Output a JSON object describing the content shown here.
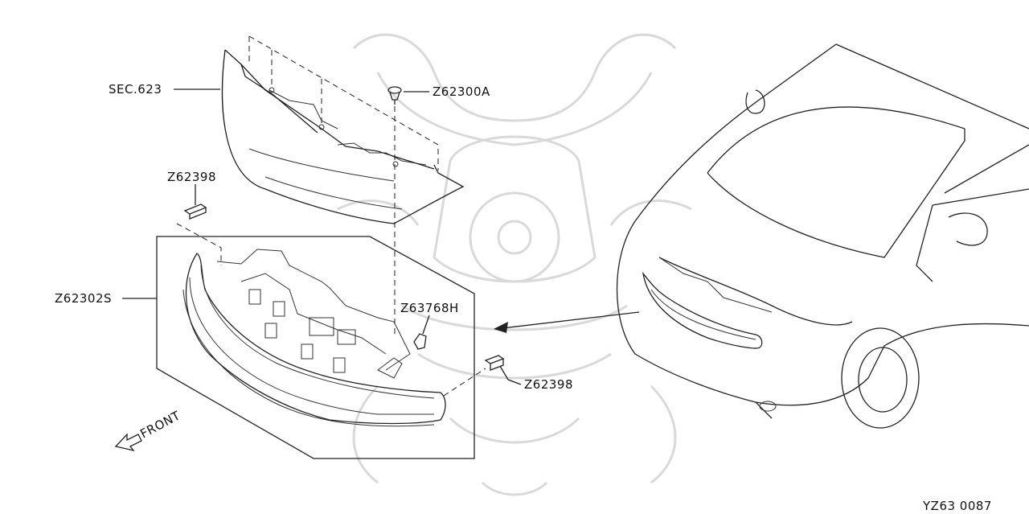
{
  "labels": {
    "sec623": "SEC.623",
    "z62300a": "Z62300A",
    "z62398_top": "Z62398",
    "z62302s": "Z62302S",
    "z63768h": "Z63768H",
    "z62398_right": "Z62398",
    "front": "FRONT"
  },
  "footer": {
    "code": "YZ63 0087"
  },
  "icons": [
    "front-arrow-icon",
    "samurai-helmet-watermark"
  ]
}
